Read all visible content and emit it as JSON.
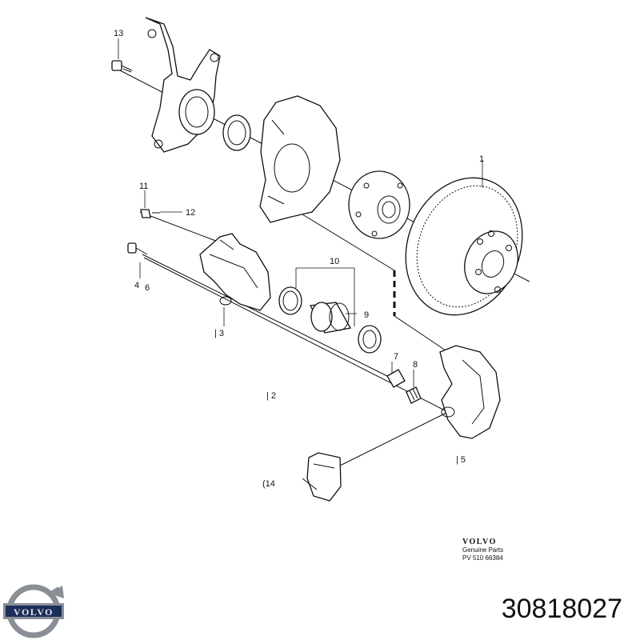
{
  "callouts": [
    {
      "id": "c1",
      "label": "1"
    },
    {
      "id": "c2",
      "label": "| 2"
    },
    {
      "id": "c3",
      "label": "| 3"
    },
    {
      "id": "c4",
      "label": "4"
    },
    {
      "id": "c5",
      "label": "| 5"
    },
    {
      "id": "c6",
      "label": "6"
    },
    {
      "id": "c7",
      "label": "7"
    },
    {
      "id": "c8",
      "label": "8"
    },
    {
      "id": "c9",
      "label": "9"
    },
    {
      "id": "c10",
      "label": "10"
    },
    {
      "id": "c11",
      "label": "11"
    },
    {
      "id": "c12",
      "label": "12"
    },
    {
      "id": "c13",
      "label": "13"
    },
    {
      "id": "c14",
      "label": "(14"
    }
  ],
  "brand": {
    "logo_text": "VOLVO",
    "subtitle": "Genuine Parts",
    "code": "PV 510 66384"
  },
  "badge": {
    "text": "VOLVO"
  },
  "part_number": "30818027",
  "colors": {
    "line": "#111111",
    "badge_blue": "#1c2f5a",
    "badge_steel": "#8a8f96"
  }
}
